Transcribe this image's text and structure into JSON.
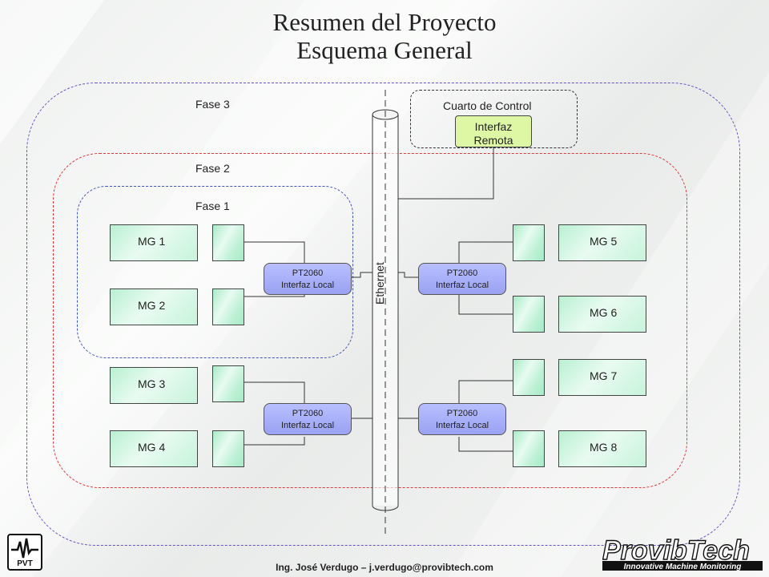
{
  "title": {
    "line1": "Resumen del Proyecto",
    "line2": "Esquema General"
  },
  "zones": {
    "fase3": "Fase 3",
    "fase2": "Fase 2",
    "fase1": "Fase 1",
    "cuarto_control": "Cuarto de Control"
  },
  "remote_interface": {
    "line1": "Interfaz",
    "line2": "Remota"
  },
  "ethernet": "Ethernet",
  "machines": {
    "mg1": "MG 1",
    "mg2": "MG 2",
    "mg3": "MG 3",
    "mg4": "MG 4",
    "mg5": "MG 5",
    "mg6": "MG 6",
    "mg7": "MG 7",
    "mg8": "MG 8"
  },
  "local_interfaces": {
    "line1": "PT2060",
    "line2": "Interfaz Local"
  },
  "footer": "Ing. José Verdugo – j.verdugo@provibtech.com",
  "logos": {
    "left": "PVT",
    "right_brand": "ProvibTech",
    "right_tagline": "Innovative Machine Monitoring"
  },
  "colors": {
    "fase3_border": "#6a4fc4",
    "fase2_border": "#e0393b",
    "fase1_border": "#3f55b8",
    "machine_fill": "#c7f3db",
    "pt_fill": "#aab1f8",
    "remote_fill": "#ddf7a4"
  },
  "icons": [
    "pvt-logo-icon",
    "provibtech-logo-icon"
  ]
}
